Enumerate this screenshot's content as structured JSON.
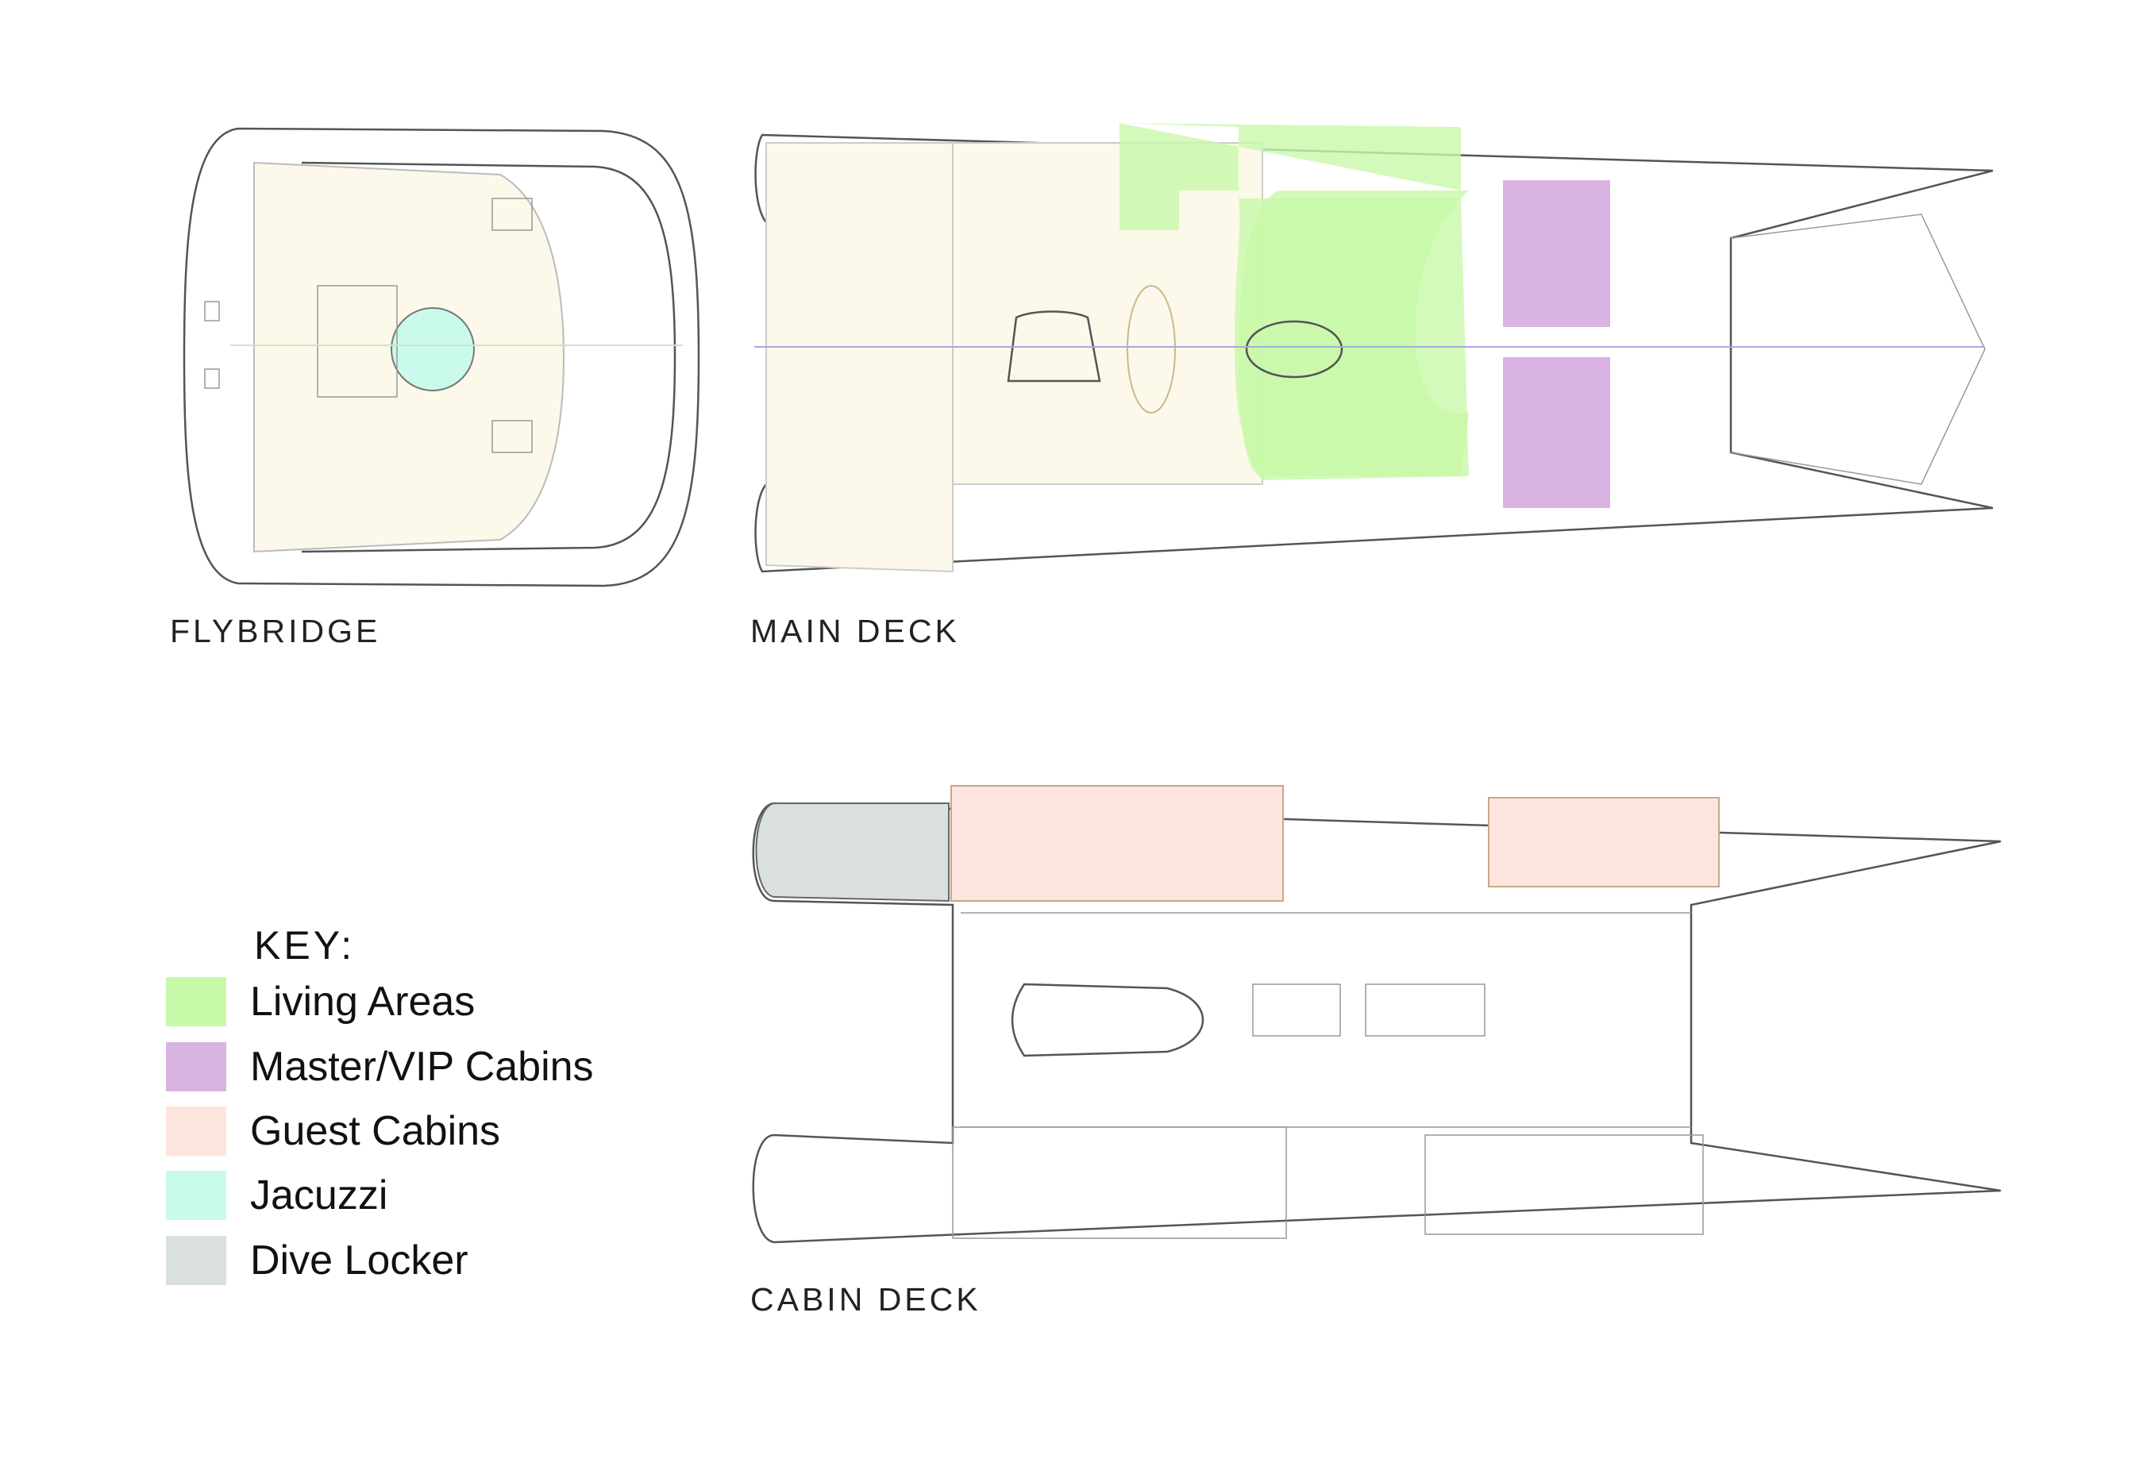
{
  "decks": {
    "flybridge": {
      "label": "FLYBRIDGE"
    },
    "main_deck": {
      "label": "MAIN DECK"
    },
    "cabin_deck": {
      "label": "CABIN DECK"
    }
  },
  "key": {
    "title": "KEY:",
    "items": [
      {
        "label": "Living Areas",
        "color": "#c8f9a9"
      },
      {
        "label": "Master/VIP Cabins",
        "color": "#d9b4e3"
      },
      {
        "label": "Guest Cabins",
        "color": "#fde5dd"
      },
      {
        "label": "Jacuzzi",
        "color": "#c9faeb"
      },
      {
        "label": "Dive Locker",
        "color": "#d9e0df"
      }
    ]
  },
  "colors": {
    "deck_fill": "#fcf8ea",
    "line": "#555555"
  }
}
